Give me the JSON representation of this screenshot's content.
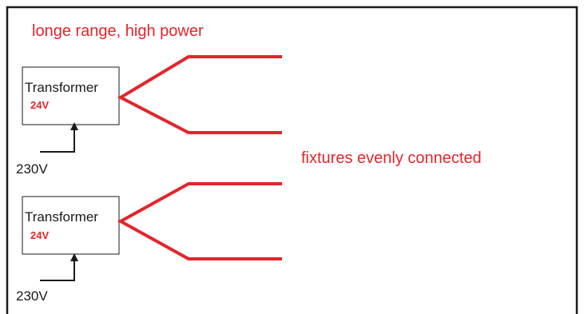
{
  "title": "longe range, high power",
  "note": "fixtures evenly connected",
  "transformers": [
    {
      "label": "Transformer",
      "voltage": "24V",
      "input": "230V"
    },
    {
      "label": "Transformer",
      "voltage": "24V",
      "input": "230V"
    }
  ],
  "colors": {
    "accent": "#e3252b",
    "line": "#1a1a1a",
    "frame": "#1a1a1a"
  }
}
